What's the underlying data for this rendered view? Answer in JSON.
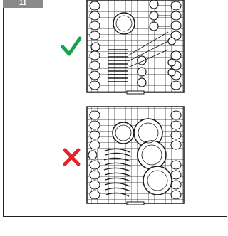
{
  "page": {
    "step_number": "11"
  },
  "colors": {
    "check": "#17a34a",
    "cross": "#e0262a",
    "line": "#1a1a1a",
    "badge": "#8a8a8a"
  },
  "panels": [
    {
      "name": "correct-loading",
      "icon": "checkmark-icon"
    },
    {
      "name": "incorrect-loading",
      "icon": "cross-icon"
    }
  ]
}
